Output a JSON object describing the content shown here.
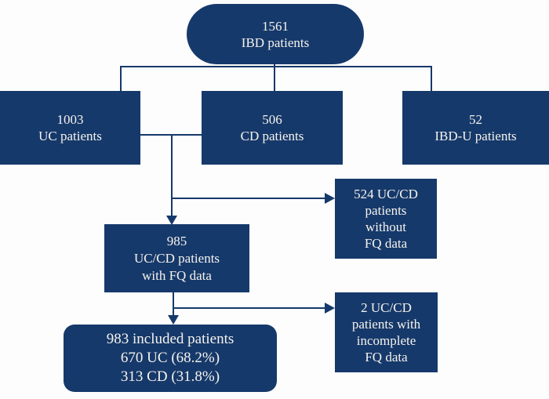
{
  "colors": {
    "navy": "#16396b",
    "text_light": "#f6f3ec",
    "background": "#fdfdfd"
  },
  "diagram": {
    "type": "flowchart",
    "description": "IBD patient inclusion flow diagram"
  },
  "nodes": {
    "total": {
      "lines": [
        "1561",
        "IBD patients"
      ]
    },
    "uc": {
      "lines": [
        "1003",
        "UC patients"
      ]
    },
    "cd": {
      "lines": [
        "506",
        "CD patients"
      ]
    },
    "ibdu": {
      "lines": [
        "52",
        "IBD-U patients"
      ]
    },
    "fq": {
      "lines": [
        "985",
        "UC/CD patients",
        "with FQ data"
      ]
    },
    "no_fq": {
      "lines": [
        "524 UC/CD",
        "patients",
        "without",
        "FQ data"
      ]
    },
    "incomplete": {
      "lines": [
        "2 UC/CD",
        "patients with",
        "incomplete",
        "FQ data"
      ]
    },
    "included": {
      "lines": [
        "983 included patients",
        "670 UC (68.2%)",
        "313 CD (31.8%)"
      ]
    }
  }
}
